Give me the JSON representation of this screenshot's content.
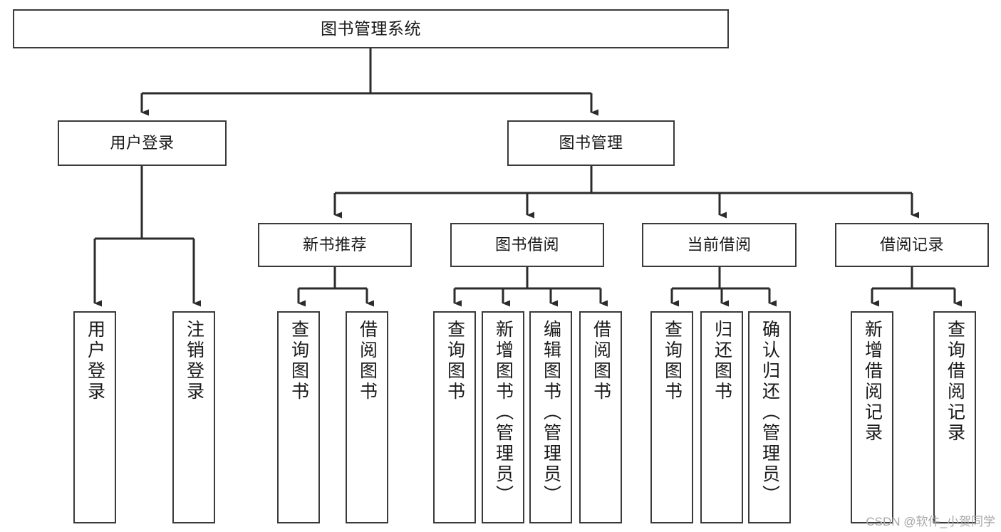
{
  "diagram": {
    "title": "图书管理系统",
    "type": "tree-hierarchy-diagram",
    "colors": {
      "box_border": "#3a3a3a",
      "box_fill": "#ffffff",
      "edge": "#2b2b2b",
      "text": "#1a1a1a",
      "watermark": "#a8a8a8"
    },
    "watermark": "CSDN @软件_小贺同学",
    "levels": {
      "level1": [
        {
          "id": "root",
          "label": "图书管理系统"
        }
      ],
      "level2": [
        {
          "id": "user-login",
          "label": "用户登录"
        },
        {
          "id": "book-manage",
          "label": "图书管理"
        }
      ],
      "level3": [
        {
          "id": "new-book-recommend",
          "label": "新书推荐"
        },
        {
          "id": "book-borrow",
          "label": "图书借阅"
        },
        {
          "id": "current-borrow",
          "label": "当前借阅"
        },
        {
          "id": "borrow-record",
          "label": "借阅记录"
        }
      ],
      "level4": [
        {
          "id": "leaf-user-login",
          "label": "用户登录",
          "parent": "user-login"
        },
        {
          "id": "leaf-logout",
          "label": "注销登录",
          "parent": "user-login"
        },
        {
          "id": "leaf-query-book-1",
          "label": "查询图书",
          "parent": "new-book-recommend"
        },
        {
          "id": "leaf-borrow-book-1",
          "label": "借阅图书",
          "parent": "new-book-recommend"
        },
        {
          "id": "leaf-query-book-2",
          "label": "查询图书",
          "parent": "book-borrow"
        },
        {
          "id": "leaf-add-book",
          "label": "新增图书（管理员）",
          "parent": "book-borrow"
        },
        {
          "id": "leaf-edit-book",
          "label": "编辑图书（管理员）",
          "parent": "book-borrow"
        },
        {
          "id": "leaf-borrow-book-2",
          "label": "借阅图书",
          "parent": "book-borrow"
        },
        {
          "id": "leaf-query-book-3",
          "label": "查询图书",
          "parent": "current-borrow"
        },
        {
          "id": "leaf-return-book",
          "label": "归还图书",
          "parent": "current-borrow"
        },
        {
          "id": "leaf-confirm-return",
          "label": "确认归还（管理员）",
          "parent": "current-borrow"
        },
        {
          "id": "leaf-add-record",
          "label": "新增借阅记录",
          "parent": "borrow-record"
        },
        {
          "id": "leaf-query-record",
          "label": "查询借阅记录",
          "parent": "borrow-record"
        }
      ]
    }
  }
}
